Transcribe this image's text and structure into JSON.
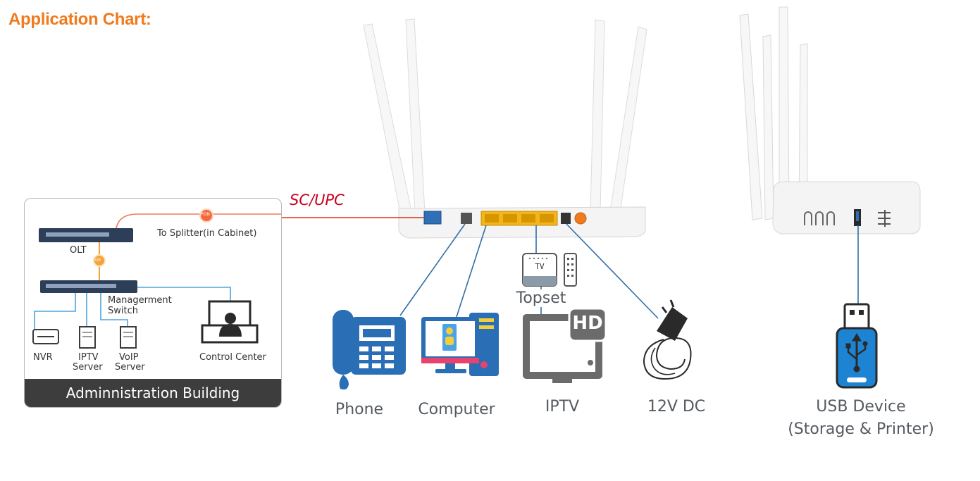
{
  "header": {
    "title": "Application Chart:"
  },
  "connection": {
    "fiber_label": "SC/UPC"
  },
  "admin_building": {
    "footer": "Adminnistration Building",
    "olt": "OLT",
    "splitter": "To Splitter(in Cabinet)",
    "switch_line1": "Managerment",
    "switch_line2": "Switch",
    "nvr": "NVR",
    "iptv_line1": "IPTV",
    "iptv_line2": "Server",
    "voip_line1": "VoIP",
    "voip_line2": "Server",
    "control_center": "Control Center",
    "pon_badge": "PON",
    "geo_badge": "GE"
  },
  "devices": {
    "phone": "Phone",
    "computer": "Computer",
    "topset": "Topset",
    "tv_badge": "TV",
    "iptv": "IPTV",
    "hd_badge": "HD",
    "power": "12V DC",
    "usb_line1": "USB Device",
    "usb_line2": "(Storage & Printer)"
  },
  "colors": {
    "title": "#f07a1e",
    "fiber": "#c8001e",
    "link": "#2f6fa8",
    "icon_blue": "#2a6fb6",
    "lan_yellow": "#f3b51c"
  }
}
